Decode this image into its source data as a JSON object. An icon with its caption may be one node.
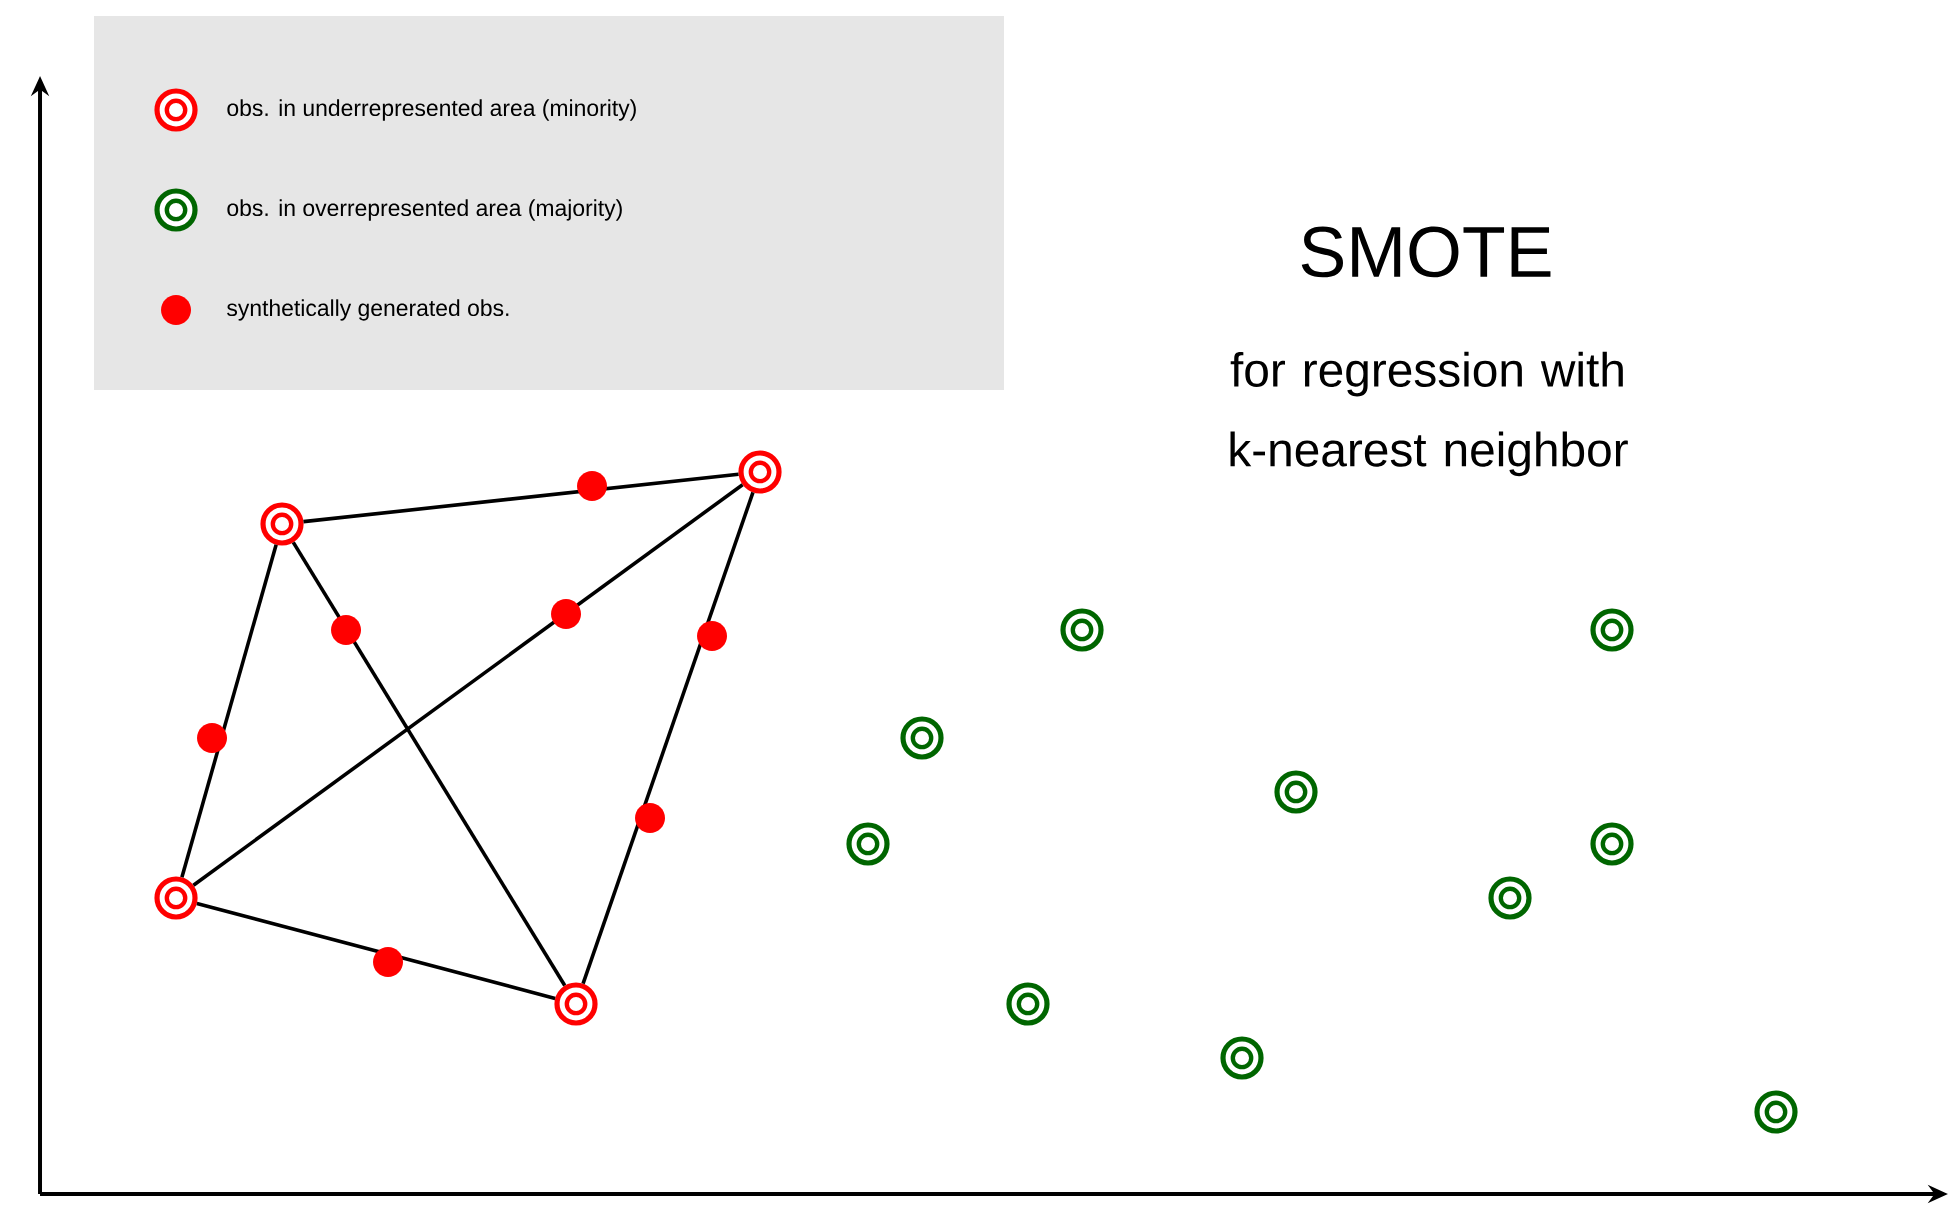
{
  "diagram": {
    "title": "SMOTE",
    "nodes": [
      {
        "text": [],
        "shape": "circle"
      },
      {
        "text": [],
        "shape": "circle"
      },
      {
        "text": [],
        "shape": "circle"
      },
      {
        "text": [],
        "shape": "circle"
      },
      {
        "text": [],
        "shape": "circle"
      },
      {
        "text": [],
        "shape": "circle"
      },
      {
        "text": [],
        "shape": "circle"
      },
      {
        "text": [],
        "shape": "circle"
      },
      {
        "text": [],
        "shape": "circle"
      },
      {
        "text": [],
        "shape": "circle"
      },
      {
        "text": [],
        "shape": "circle"
      },
      {
        "text": [],
        "shape": "circle"
      },
      {
        "text": [],
        "shape": "circle"
      },
      {
        "text": [],
        "shape": "circle"
      }
    ],
    "edges": [
      {
        "from": 0,
        "to": 1,
        "arrow": "none"
      },
      {
        "from": 0,
        "to": 2,
        "arrow": "none"
      },
      {
        "from": 0,
        "to": 3,
        "arrow": "none"
      },
      {
        "from": 1,
        "to": 2,
        "arrow": "none"
      },
      {
        "from": 1,
        "to": 3,
        "arrow": "none"
      },
      {
        "from": 2,
        "to": 3,
        "arrow": "none"
      }
    ],
    "labels": [
      "for regression with k-nearest neighbor"
    ],
    "legend": [
      {
        "text": "obs. in underrepresented area (minority)"
      },
      {
        "text": "obs. in overrepresented area (majority)"
      },
      {
        "text": "synthetically generated obs.",
        "color": "#ff0000"
      }
    ]
  }
}
